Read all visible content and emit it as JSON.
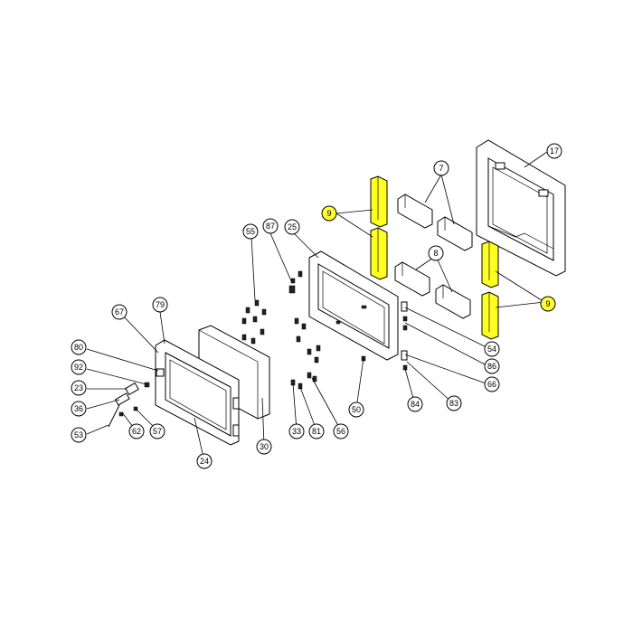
{
  "accent_color": "#ffff22",
  "callouts": [
    {
      "label": "17"
    },
    {
      "label": "7"
    },
    {
      "label": "9"
    },
    {
      "label": "87"
    },
    {
      "label": "55"
    },
    {
      "label": "25"
    },
    {
      "label": "8"
    },
    {
      "label": "9"
    },
    {
      "label": "67"
    },
    {
      "label": "79"
    },
    {
      "label": "54"
    },
    {
      "label": "86"
    },
    {
      "label": "80"
    },
    {
      "label": "66"
    },
    {
      "label": "92"
    },
    {
      "label": "23"
    },
    {
      "label": "83"
    },
    {
      "label": "84"
    },
    {
      "label": "50"
    },
    {
      "label": "36"
    },
    {
      "label": "62"
    },
    {
      "label": "57"
    },
    {
      "label": "33"
    },
    {
      "label": "81"
    },
    {
      "label": "56"
    },
    {
      "label": "53"
    },
    {
      "label": "30"
    },
    {
      "label": "24"
    }
  ]
}
